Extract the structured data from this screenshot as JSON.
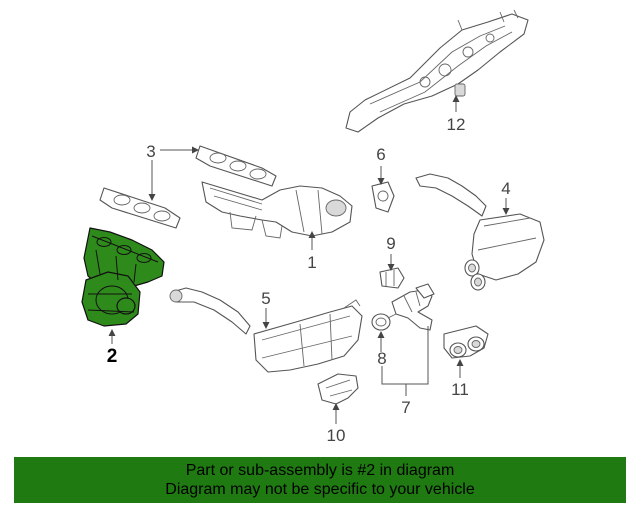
{
  "diagram": {
    "selected_part": "2",
    "callouts": {
      "c1": "1",
      "c2": "2",
      "c3": "3",
      "c4": "4",
      "c5": "5",
      "c6": "6",
      "c7": "7",
      "c8": "8",
      "c9": "9",
      "c10": "10",
      "c11": "11",
      "c12": "12"
    },
    "colors": {
      "highlight": "#2f8a1c",
      "banner": "#1f7a12"
    }
  },
  "banner": {
    "line1": "Part or sub-assembly is #2 in diagram",
    "line2": "Diagram may not be specific to your vehicle"
  }
}
